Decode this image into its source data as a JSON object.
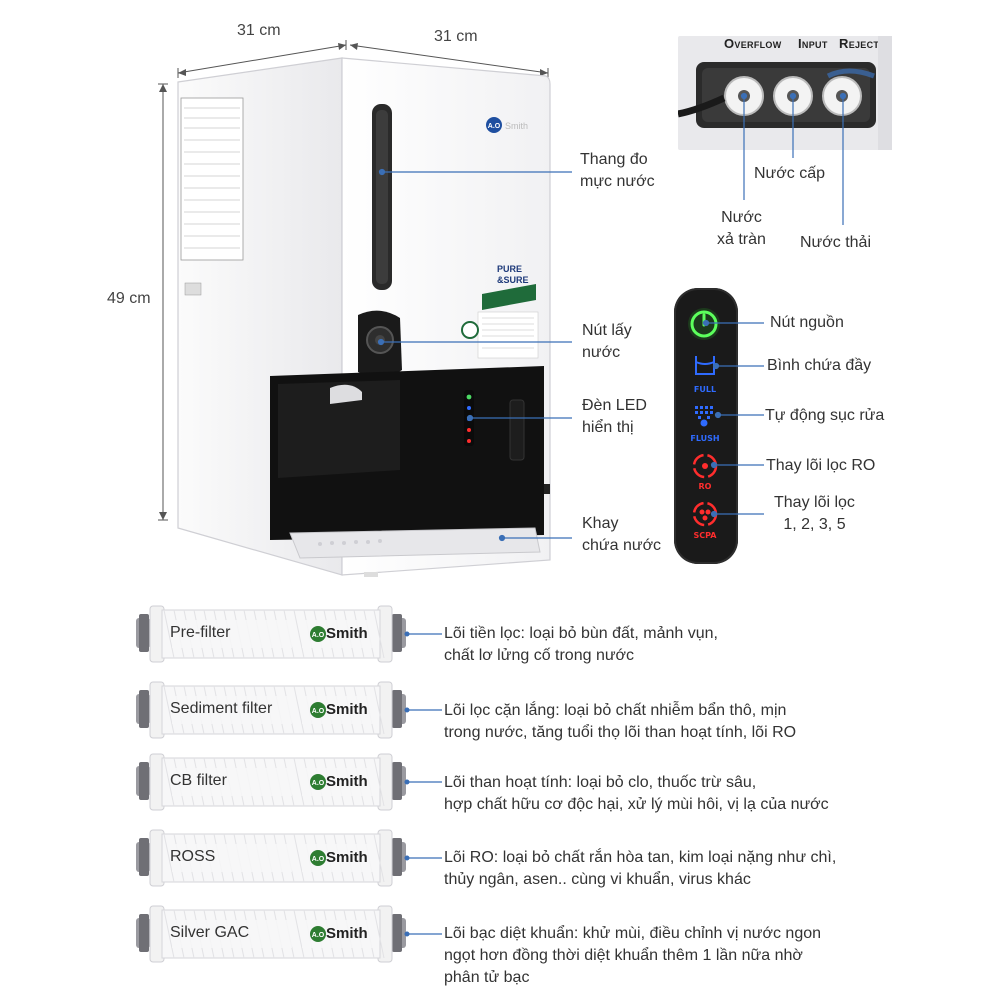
{
  "dimensions": {
    "width_left": "31 cm",
    "width_right": "31 cm",
    "height": "49 cm"
  },
  "product_labels": {
    "water_gauge": [
      "Thang đo",
      "mực nước"
    ],
    "dispense_button": [
      "Nút lấy",
      "nước"
    ],
    "led_display": [
      "Đèn LED",
      "hiển thị"
    ],
    "water_tray": [
      "Khay",
      "chứa nước"
    ]
  },
  "device_badge": {
    "brand_line1": "PURE",
    "brand_line2": "&SURE"
  },
  "ports": {
    "headers": {
      "overflow": "Overflow",
      "input": "Input",
      "reject": "Reject"
    },
    "input_water": "Nước cấp",
    "overflow_water": [
      "Nước",
      "xả tràn"
    ],
    "reject_water": "Nước thải"
  },
  "control_panel": {
    "indicators": [
      {
        "icon": "power-icon",
        "code": "",
        "label": "Nút nguồn",
        "color": "#4cd964"
      },
      {
        "icon": "tank-full-icon",
        "code": "FULL",
        "label": "Bình chứa đầy",
        "color": "#2f6bff"
      },
      {
        "icon": "flush-icon",
        "code": "FLUSH",
        "label": "Tự động sục rửa",
        "color": "#2f6bff"
      },
      {
        "icon": "ro-filter-icon",
        "code": "RO",
        "label": "Thay lõi lọc RO",
        "color": "#ff2d2d"
      },
      {
        "icon": "filter-set-icon",
        "code": "SCPA",
        "label": [
          "Thay lõi lọc",
          "1, 2, 3, 5"
        ],
        "color": "#ff2d2d"
      }
    ]
  },
  "filters": [
    {
      "name": "Pre-filter",
      "brand": "Smith",
      "desc": [
        "Lõi tiền lọc: loại bỏ bùn đất, mảnh vụn,",
        "chất lơ lửng cố trong nước"
      ]
    },
    {
      "name": "Sediment filter",
      "brand": "Smith",
      "desc": [
        "Lõi lọc cặn lắng: loại bỏ chất nhiễm bẩn thô, mịn",
        "trong nước, tăng tuổi thọ lõi than hoạt tính, lõi RO"
      ]
    },
    {
      "name": "CB filter",
      "brand": "Smith",
      "desc": [
        "Lõi than hoạt tính: loại bỏ clo, thuốc trừ sâu,",
        "hợp chất hữu cơ độc hại, xử lý mùi hôi, vị lạ của nước"
      ]
    },
    {
      "name": "ROSS",
      "brand": "Smith",
      "desc": [
        "Lõi RO: loại bỏ chất rắn hòa tan, kim loại nặng như chì,",
        "thủy ngân, asen.. cùng vi khuẩn, virus khác"
      ]
    },
    {
      "name": "Silver GAC",
      "brand": "Smith",
      "desc": [
        "Lõi bạc diệt khuẩn: khử mùi, điều chỉnh vị nước ngon",
        "ngọt hơn đồng thời diệt khuẩn thêm 1 lần nữa nhờ",
        "phân tử bạc"
      ]
    }
  ],
  "colors": {
    "line": "#3b6fb6",
    "panel_bg": "#1a1a1a",
    "cartridge_stripe": "#2e7d32"
  }
}
